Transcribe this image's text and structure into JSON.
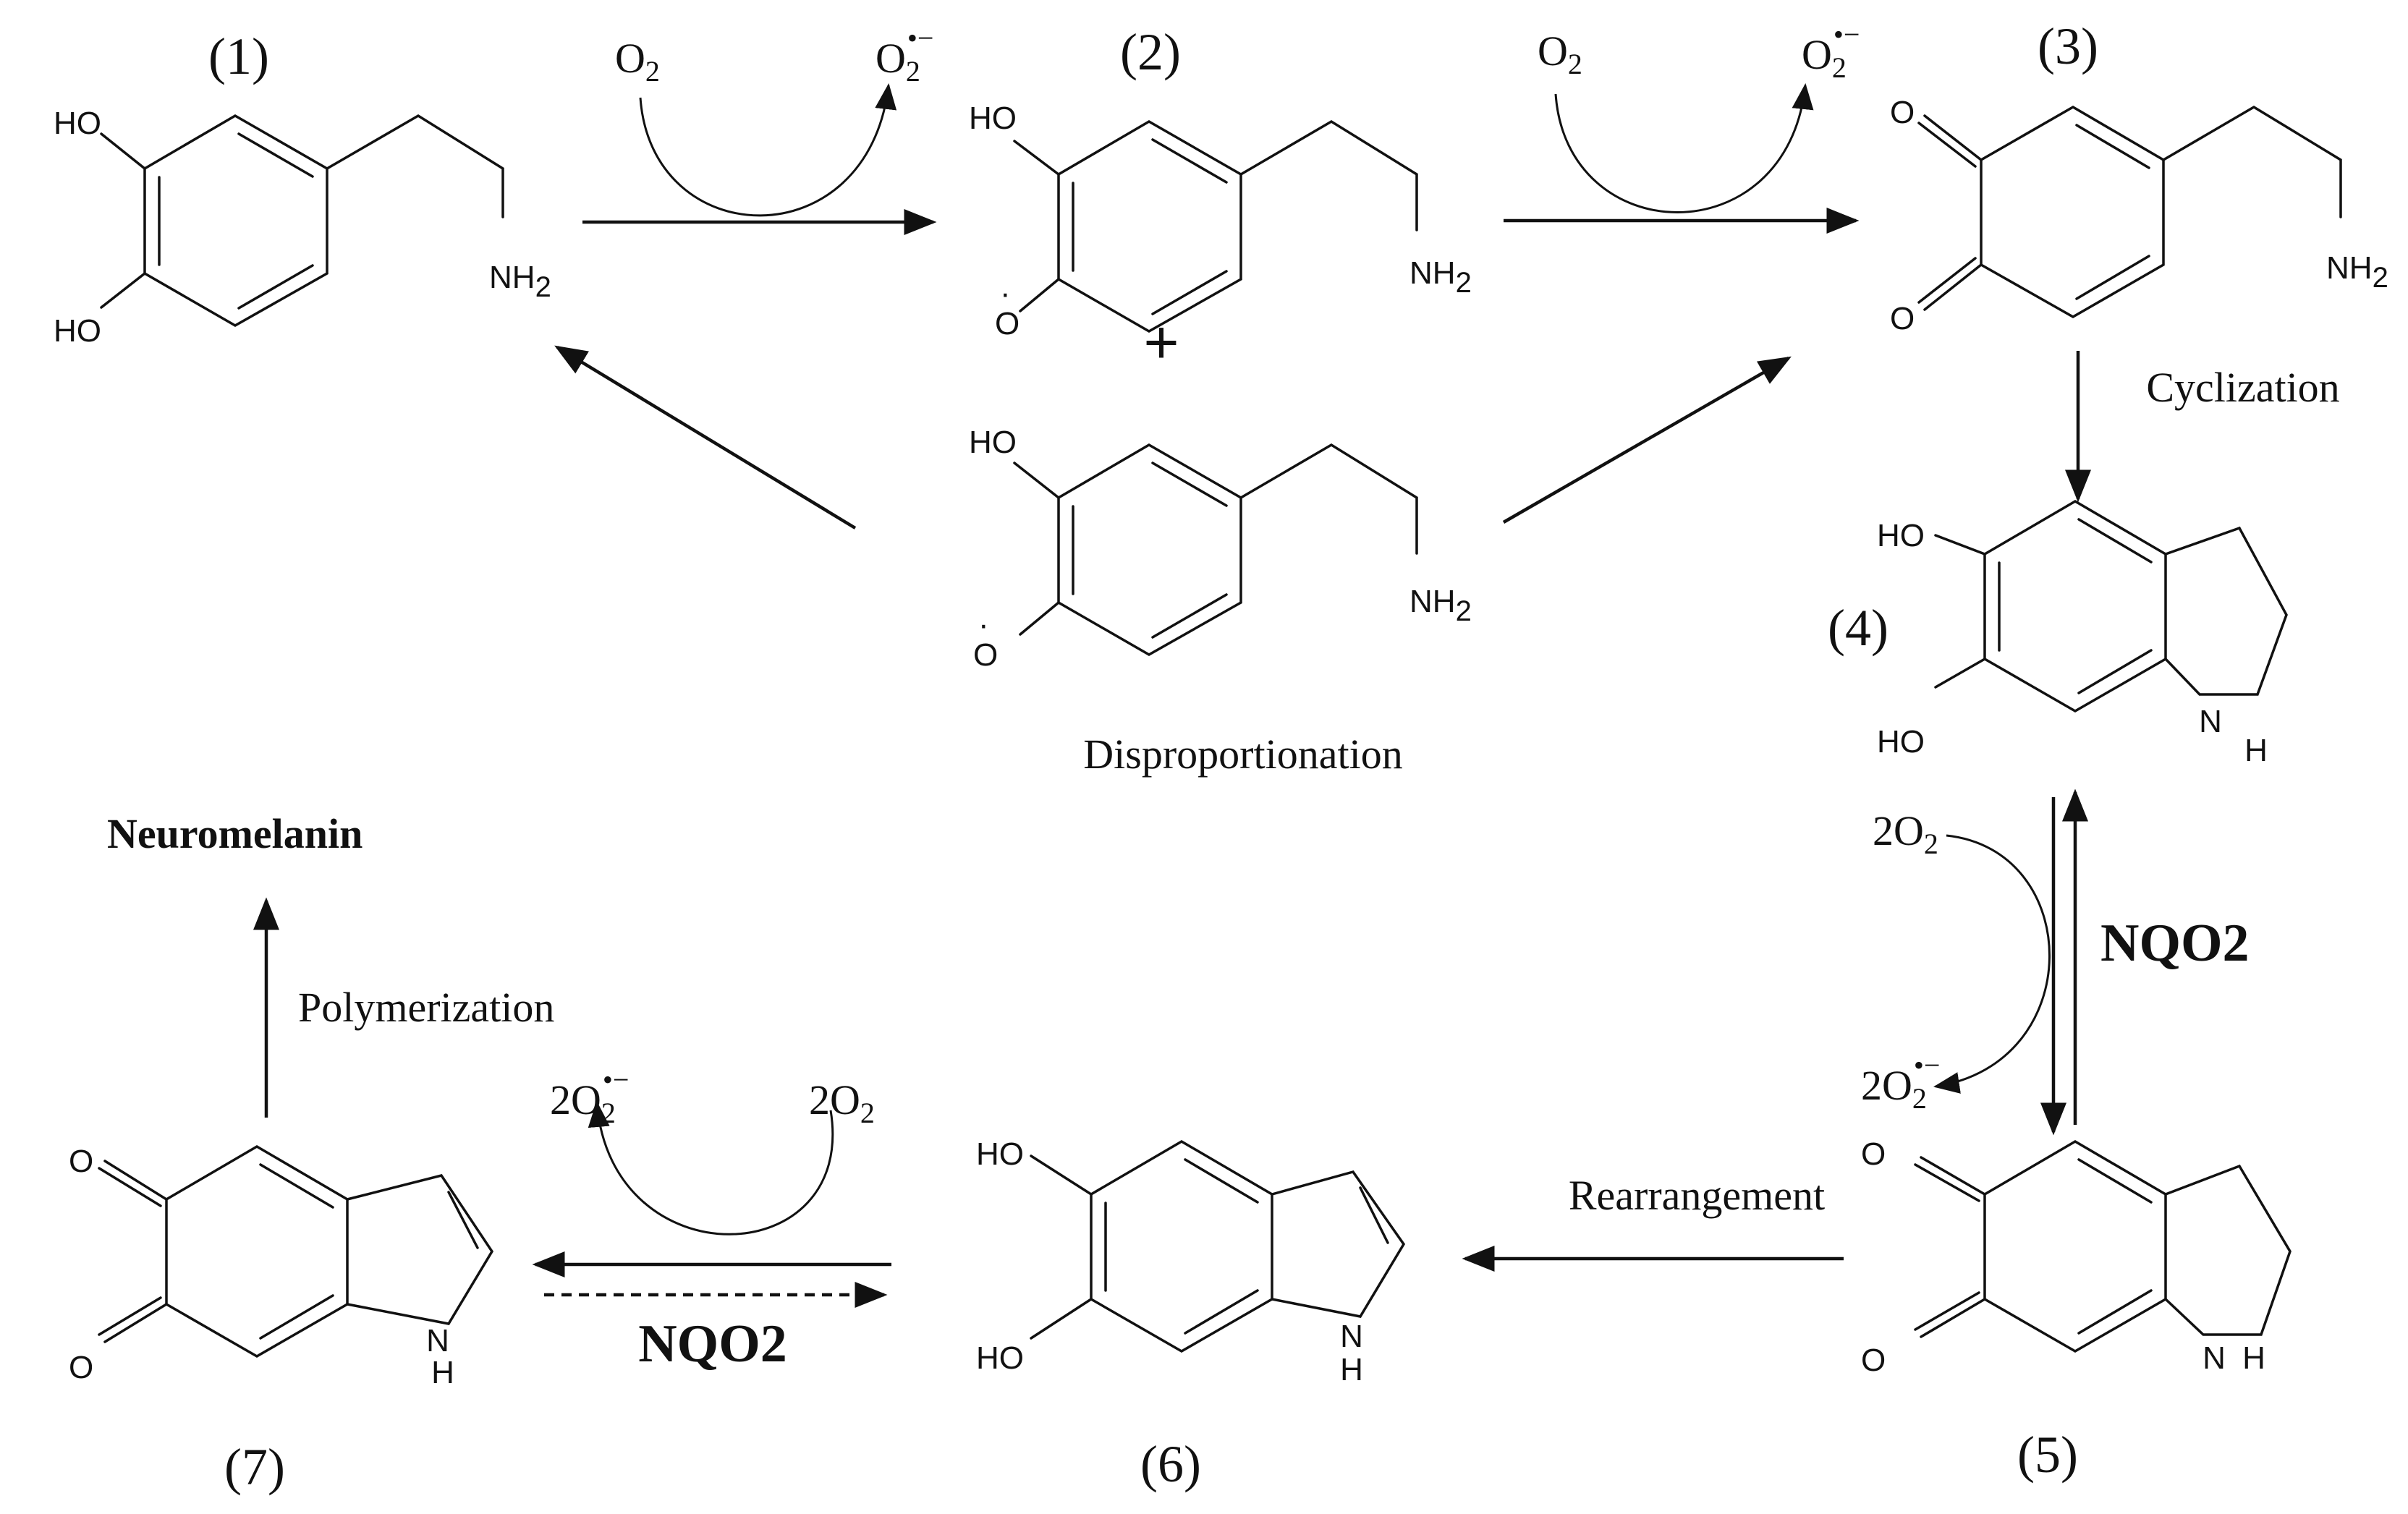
{
  "compounds": {
    "c1": {
      "number": "(1)"
    },
    "c2": {
      "number": "(2)"
    },
    "c3": {
      "number": "(3)"
    },
    "c4": {
      "number": "(4)"
    },
    "c5": {
      "number": "(5)"
    },
    "c6": {
      "number": "(6)"
    },
    "c7": {
      "number": "(7)"
    }
  },
  "atoms": {
    "ho": "HO",
    "nh2_n": "NH",
    "nh2_sub": "2",
    "o": "O",
    "nh_n": "N",
    "nh_h": "H",
    "radical_dot": "·"
  },
  "species": {
    "o2_main": "O",
    "o2_sub": "2",
    "superoxide_sup": "•−",
    "two": "2"
  },
  "labels": {
    "plus": "+",
    "disproportionation": "Disproportionation",
    "cyclization": "Cyclization",
    "rearrangement": "Rearrangement",
    "polymerization": "Polymerization",
    "neuromelanin": "Neuromelanin",
    "enzyme_right": "NQO2",
    "enzyme_bottom": "NQO2"
  }
}
